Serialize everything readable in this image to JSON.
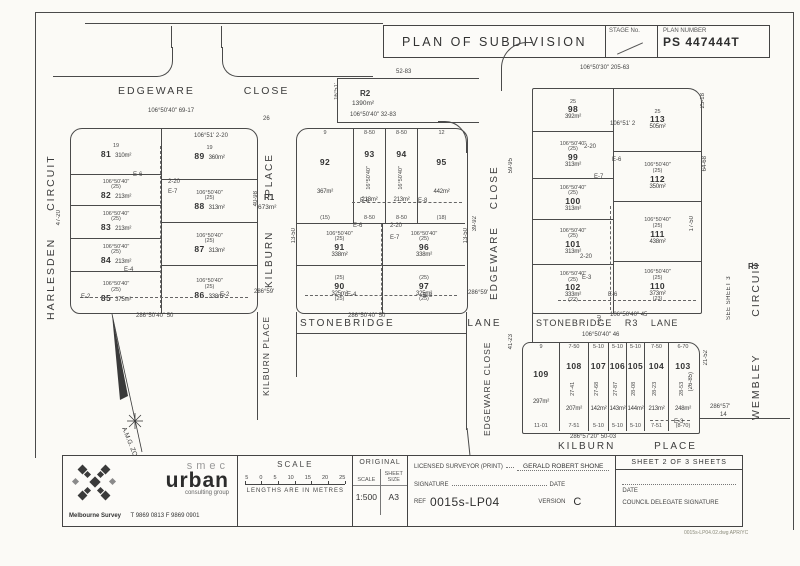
{
  "header": {
    "title": "PLAN OF SUBDIVISION",
    "stage_label": "STAGE No.",
    "plan_number_label": "PLAN NUMBER",
    "plan_number": "PS 447444T"
  },
  "streets": {
    "edgeware_top": "EDGEWARE CLOSE",
    "harlesden": "HARLESDEN CIRCUIT",
    "kilburn_v": "KILBURN PLACE",
    "kilburn_v2": "KILBURN PLACE",
    "kilburn_s": "KILBURN PLACE",
    "stonebridge_w": "STONEBRIDGE LANE",
    "stonebridge_e": "STONEBRIDGE R3 LANE",
    "edgeware_vn": "EDGEWARE CLOSE",
    "edgeware_vs": "EDGEWARE CLOSE",
    "wembley": "WEMBLEY CIRCUIT",
    "see_sheet": "SEE SHEET 3"
  },
  "reserves": {
    "r1": "R1",
    "r1_area": "673m²",
    "r2": "R2",
    "r2_area": "1390m²",
    "r3": "R3"
  },
  "north": {
    "label": "A.M.G. ZONE 55"
  },
  "lots": {
    "left_w": [
      {
        "n": "81",
        "a": "310m²",
        "wt": "19"
      },
      {
        "n": "82",
        "a": "213m²",
        "b": "106°50'40\"",
        "wt": "(25)"
      },
      {
        "n": "83",
        "a": "213m²",
        "b": "106°50'40\"",
        "wt": "(25)"
      },
      {
        "n": "84",
        "a": "213m²",
        "b": "106°50'40\"",
        "wt": "(25)"
      },
      {
        "n": "85",
        "a": "375m²",
        "b": "106°50'40\"",
        "wt": "(25)"
      }
    ],
    "left_e": [
      {
        "n": "89",
        "a": "360m²",
        "wt": "19"
      },
      {
        "n": "88",
        "a": "313m²",
        "b": "106°50'40\"",
        "wt": "(25)"
      },
      {
        "n": "87",
        "a": "313m²",
        "b": "106°50'40\"",
        "wt": "(25)"
      },
      {
        "n": "86",
        "a": "338m²",
        "b": "106°50'40\"",
        "wt": "(25)"
      }
    ],
    "mid_r1": [
      {
        "n": "92",
        "a": "367m²",
        "wt": "9",
        "wb": "(15)"
      },
      {
        "n": "93",
        "a": "213m²",
        "wt": "8-50",
        "d": "16°50'40\"",
        "wb": "8-50"
      },
      {
        "n": "94",
        "a": "213m²",
        "wt": "8-50",
        "d": "16°50'40\"",
        "wb": "8-50"
      },
      {
        "n": "95",
        "a": "442m²",
        "wt": "12",
        "wb": "(18)"
      }
    ],
    "mid_r2": [
      {
        "n": "91",
        "a": "338m²",
        "b": "106°50'40\"",
        "wt": "(25)"
      },
      {
        "n": "96",
        "a": "338m²",
        "b": "106°50'40\"",
        "wt": "(25)"
      }
    ],
    "mid_r3": [
      {
        "n": "90",
        "a": "325m²",
        "wt": "(25)",
        "wb": "(25)"
      },
      {
        "n": "97",
        "a": "325m²",
        "wt": "(25)",
        "wb": "(25)"
      }
    ],
    "right_w": [
      {
        "n": "98",
        "a": "392m²",
        "wt": "25"
      },
      {
        "n": "99",
        "a": "313m²",
        "b": "106°50'40\"",
        "wt": "(25)"
      },
      {
        "n": "100",
        "a": "313m²",
        "b": "106°50'40\"",
        "wt": "(25)"
      },
      {
        "n": "101",
        "a": "313m²",
        "b": "106°50'40\"",
        "wt": "(25)"
      },
      {
        "n": "102",
        "a": "333m²",
        "b": "106°50'40\"",
        "wt": "(25)",
        "wb": "(22)"
      }
    ],
    "right_e": [
      {
        "n": "113",
        "a": "505m²",
        "wt": "25"
      },
      {
        "n": "112",
        "a": "350m²",
        "b": "106°50'40\"",
        "wt": "(25)"
      },
      {
        "n": "111",
        "a": "438m²",
        "b": "106°50'40\"",
        "wt": "(25)"
      },
      {
        "n": "110",
        "a": "373m²",
        "b": "106°50'40\"",
        "wt": "(25)",
        "wb": "(23)"
      }
    ],
    "south": [
      {
        "n": "109",
        "a": "297m²",
        "wt": "9",
        "wb": "11-01"
      },
      {
        "n": "108",
        "a": "207m²",
        "wt": "7-50",
        "d": "27-41",
        "wb": "7-51"
      },
      {
        "n": "107",
        "a": "142m²",
        "wt": "5-10",
        "d": "27-68",
        "wb": "5-10"
      },
      {
        "n": "106",
        "a": "143m²",
        "wt": "5-10",
        "d": "27-87",
        "wb": "5-10"
      },
      {
        "n": "105",
        "a": "144m²",
        "wt": "5-10",
        "d": "28-08",
        "wb": "5-10"
      },
      {
        "n": "104",
        "a": "213m²",
        "wt": "7-50",
        "d": "28-23",
        "wb": "7-51"
      },
      {
        "n": "103",
        "a": "248m²",
        "wt": "6-70",
        "d": "28-53",
        "wb": "(8-70)"
      }
    ]
  },
  "annotations": [
    {
      "t": "106°50'40\"  69-17"
    },
    {
      "t": "52-83"
    },
    {
      "t": "106°50'40\"  32-83"
    },
    {
      "t": "106°50'30\"  205-63"
    },
    {
      "t": "286°50'40\"  50"
    },
    {
      "t": "286°50'40\"  50"
    },
    {
      "t": "106°50'40\"  45"
    },
    {
      "t": "106°50'40\"  46"
    },
    {
      "t": "286°57'20\"  50-03"
    },
    {
      "t": "286°59'"
    },
    {
      "t": "286°59'"
    },
    {
      "t": "59-95"
    },
    {
      "t": "39-92"
    },
    {
      "t": "40-98"
    },
    {
      "t": "47-20"
    },
    {
      "t": "64-68"
    },
    {
      "t": "17-50"
    },
    {
      "t": "25-18"
    },
    {
      "t": "21-52"
    },
    {
      "t": "41-23"
    },
    {
      "t": "16°51'"
    },
    {
      "t": "E-6"
    },
    {
      "t": "2-20"
    },
    {
      "t": "E-7"
    },
    {
      "t": "E-4"
    },
    {
      "t": "E-2"
    },
    {
      "t": "E-2"
    },
    {
      "t": "E-6"
    },
    {
      "t": "2-20"
    },
    {
      "t": "E-7"
    },
    {
      "t": "E-4"
    },
    {
      "t": "E-3"
    },
    {
      "t": "E-8"
    },
    {
      "t": "E-8"
    },
    {
      "t": "2-20"
    },
    {
      "t": "E-6"
    },
    {
      "t": "E-7"
    },
    {
      "t": "2-20"
    },
    {
      "t": "E-3"
    },
    {
      "t": "E-6"
    },
    {
      "t": "E-3"
    },
    {
      "t": "286°57'"
    },
    {
      "t": "14"
    },
    {
      "t": "(26-85)"
    },
    {
      "t": "26"
    },
    {
      "t": "106°51' 2-20"
    },
    {
      "t": "106°51' 2"
    },
    {
      "t": "7-50"
    },
    {
      "t": "13-50"
    },
    {
      "t": "13-50"
    }
  ],
  "scale_bar": {
    "title": "SCALE",
    "numbers": [
      "5",
      "0",
      "5",
      "10",
      "15",
      "20",
      "25"
    ],
    "caption": "LENGTHS ARE IN METRES"
  },
  "original_box": {
    "header": "ORIGINAL",
    "scale_label": "SCALE",
    "scale_value": "1:500",
    "size_label": "SHEET SIZE",
    "size_value": "A3"
  },
  "surveyor": {
    "licensed_label": "LICENSED SURVEYOR (PRINT)",
    "name": "GERALD ROBERT SHONE",
    "signature_label": "SIGNATURE",
    "date_label": "DATE",
    "ref_label": "REF",
    "ref_value": "0015s-LP04",
    "version_label": "VERSION",
    "version_value": "C"
  },
  "council": {
    "sheet_text": "SHEET 2 OF 3 SHEETS",
    "date_label": "DATE",
    "delegate_label": "COUNCIL DELEGATE SIGNATURE"
  },
  "logo": {
    "smec": "smec",
    "urban": "urban",
    "tagline": "consulting group",
    "office": "Melbourne Survey",
    "phone": "T 9869 0813 F 9869 0901"
  },
  "footer_stamp": "0015s-LP04.02.dwg APR/YC"
}
